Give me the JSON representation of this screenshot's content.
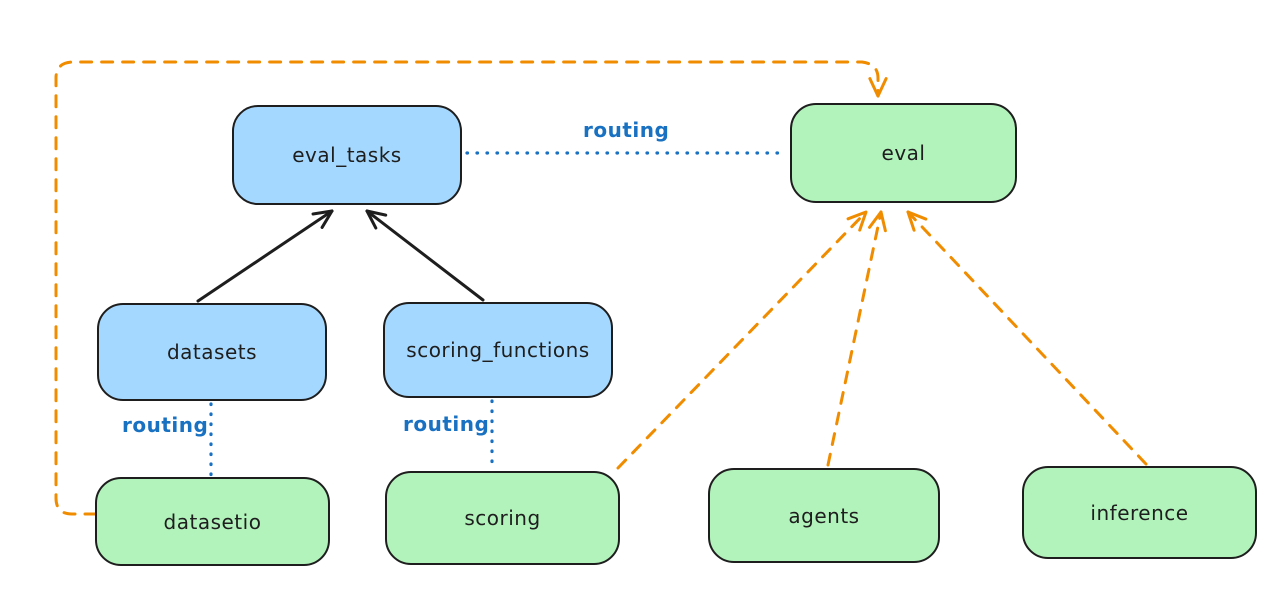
{
  "diagram": {
    "type": "flow-diagram",
    "background": "#ffffff",
    "colors": {
      "api_fill": "#a5d8ff",
      "provider_fill": "#b2f2bb",
      "node_stroke": "#1e1e1e",
      "routing_color": "#1971c2",
      "dashed_arrow_color": "#f08c00",
      "solid_arrow_color": "#1e1e1e"
    },
    "nodes": {
      "eval_tasks": {
        "label": "eval_tasks",
        "fill": "#a5d8ff"
      },
      "eval": {
        "label": "eval",
        "fill": "#b2f2bb"
      },
      "datasets": {
        "label": "datasets",
        "fill": "#a5d8ff"
      },
      "scoring_functions": {
        "label": "scoring_functions",
        "fill": "#a5d8ff"
      },
      "datasetio": {
        "label": "datasetio",
        "fill": "#b2f2bb"
      },
      "scoring": {
        "label": "scoring",
        "fill": "#b2f2bb"
      },
      "agents": {
        "label": "agents",
        "fill": "#b2f2bb"
      },
      "inference": {
        "label": "inference",
        "fill": "#b2f2bb"
      }
    },
    "edges": [
      {
        "from": "datasets",
        "to": "eval_tasks",
        "style": "solid-arrow",
        "color": "#1e1e1e",
        "label": ""
      },
      {
        "from": "scoring_functions",
        "to": "eval_tasks",
        "style": "solid-arrow",
        "color": "#1e1e1e",
        "label": ""
      },
      {
        "from": "eval_tasks",
        "to": "eval",
        "style": "dotted",
        "color": "#1971c2",
        "label": "routing"
      },
      {
        "from": "datasets",
        "to": "datasetio",
        "style": "dotted",
        "color": "#1971c2",
        "label": "routing"
      },
      {
        "from": "scoring_functions",
        "to": "scoring",
        "style": "dotted",
        "color": "#1971c2",
        "label": "routing"
      },
      {
        "from": "datasetio",
        "to": "eval",
        "style": "dashed-arrow",
        "color": "#f08c00",
        "label": ""
      },
      {
        "from": "scoring",
        "to": "eval",
        "style": "dashed-arrow",
        "color": "#f08c00",
        "label": ""
      },
      {
        "from": "agents",
        "to": "eval",
        "style": "dashed-arrow",
        "color": "#f08c00",
        "label": ""
      },
      {
        "from": "inference",
        "to": "eval",
        "style": "dashed-arrow",
        "color": "#f08c00",
        "label": ""
      }
    ]
  }
}
